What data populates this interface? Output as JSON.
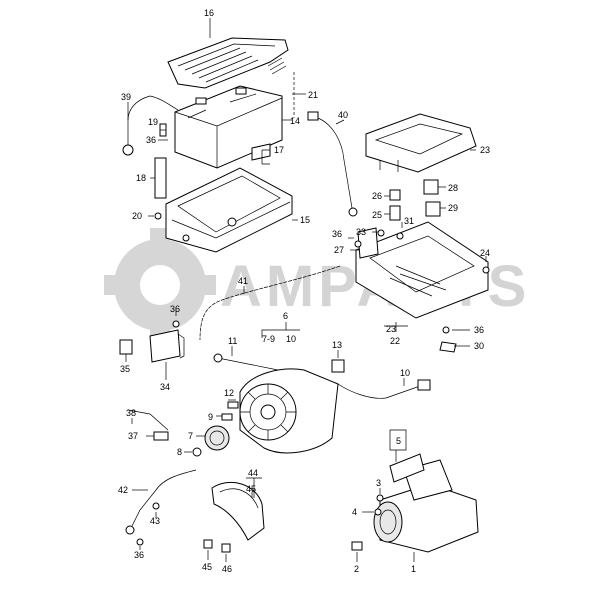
{
  "watermark": {
    "text": "AMPARTS",
    "color": "#d4d4d4"
  },
  "callouts": [
    {
      "id": "c16",
      "text": "16"
    },
    {
      "id": "c21",
      "text": "21"
    },
    {
      "id": "c39",
      "text": "39"
    },
    {
      "id": "c14",
      "text": "14"
    },
    {
      "id": "c40",
      "text": "40"
    },
    {
      "id": "c19",
      "text": "19"
    },
    {
      "id": "c36a",
      "text": "36"
    },
    {
      "id": "c17",
      "text": "17"
    },
    {
      "id": "c23a",
      "text": "23"
    },
    {
      "id": "c18",
      "text": "18"
    },
    {
      "id": "c28",
      "text": "28"
    },
    {
      "id": "c26",
      "text": "26"
    },
    {
      "id": "c20",
      "text": "20"
    },
    {
      "id": "c15",
      "text": "15"
    },
    {
      "id": "c25",
      "text": "25"
    },
    {
      "id": "c29",
      "text": "29"
    },
    {
      "id": "c36b",
      "text": "36"
    },
    {
      "id": "c33",
      "text": "33"
    },
    {
      "id": "c31",
      "text": "31"
    },
    {
      "id": "c24",
      "text": "24"
    },
    {
      "id": "c27",
      "text": "27"
    },
    {
      "id": "c41",
      "text": "41"
    },
    {
      "id": "c36c",
      "text": "36"
    },
    {
      "id": "c6",
      "text": "6"
    },
    {
      "id": "c11",
      "text": "11"
    },
    {
      "id": "c79",
      "text": "7-9"
    },
    {
      "id": "c10a",
      "text": "10"
    },
    {
      "id": "c23b",
      "text": "23"
    },
    {
      "id": "c22",
      "text": "22"
    },
    {
      "id": "c36d",
      "text": "36"
    },
    {
      "id": "c30",
      "text": "30"
    },
    {
      "id": "c13",
      "text": "13"
    },
    {
      "id": "c35",
      "text": "35"
    },
    {
      "id": "c34",
      "text": "34"
    },
    {
      "id": "c10b",
      "text": "10"
    },
    {
      "id": "c12",
      "text": "12"
    },
    {
      "id": "c9",
      "text": "9"
    },
    {
      "id": "c38",
      "text": "38"
    },
    {
      "id": "c37",
      "text": "37"
    },
    {
      "id": "c7",
      "text": "7"
    },
    {
      "id": "c8",
      "text": "8"
    },
    {
      "id": "c5",
      "text": "5"
    },
    {
      "id": "c3",
      "text": "3"
    },
    {
      "id": "c44",
      "text": "44"
    },
    {
      "id": "c45a",
      "text": "45"
    },
    {
      "id": "c42",
      "text": "42"
    },
    {
      "id": "c4",
      "text": "4"
    },
    {
      "id": "c43",
      "text": "43"
    },
    {
      "id": "c36e",
      "text": "36"
    },
    {
      "id": "c2",
      "text": "2"
    },
    {
      "id": "c45b",
      "text": "45"
    },
    {
      "id": "c46",
      "text": "46"
    },
    {
      "id": "c1",
      "text": "1"
    }
  ]
}
